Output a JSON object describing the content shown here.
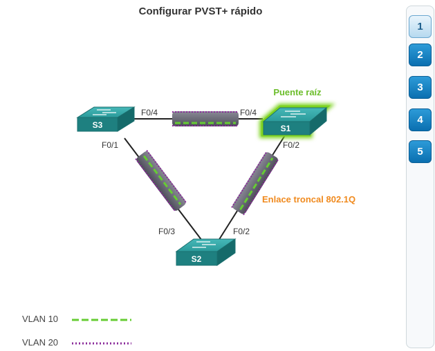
{
  "title": "Configurar PVST+ rápido",
  "switches": {
    "s1": "S1",
    "s2": "S2",
    "s3": "S3"
  },
  "ports": {
    "s3_f04": "F0/4",
    "s1_f04": "F0/4",
    "s3_f01": "F0/1",
    "s1_f02": "F0/2",
    "s2_f03": "F0/3",
    "s2_f02": "F0/2"
  },
  "labels": {
    "root_bridge": "Puente raíz",
    "trunk": "Enlace troncal 802.1Q"
  },
  "legend": {
    "vlan10": "VLAN 10",
    "vlan20": "VLAN 20"
  },
  "nav": {
    "items": [
      "1",
      "2",
      "3",
      "4",
      "5"
    ],
    "active": "1"
  },
  "colors": {
    "vlan10": "#66cc33",
    "vlan20": "#8a2a9a",
    "switch": "#1e8f8f",
    "root_glow": "#7ed321",
    "root_label": "#6bbd2a",
    "trunk_label": "#f08a1e",
    "nav_button": "#1a86c8"
  }
}
